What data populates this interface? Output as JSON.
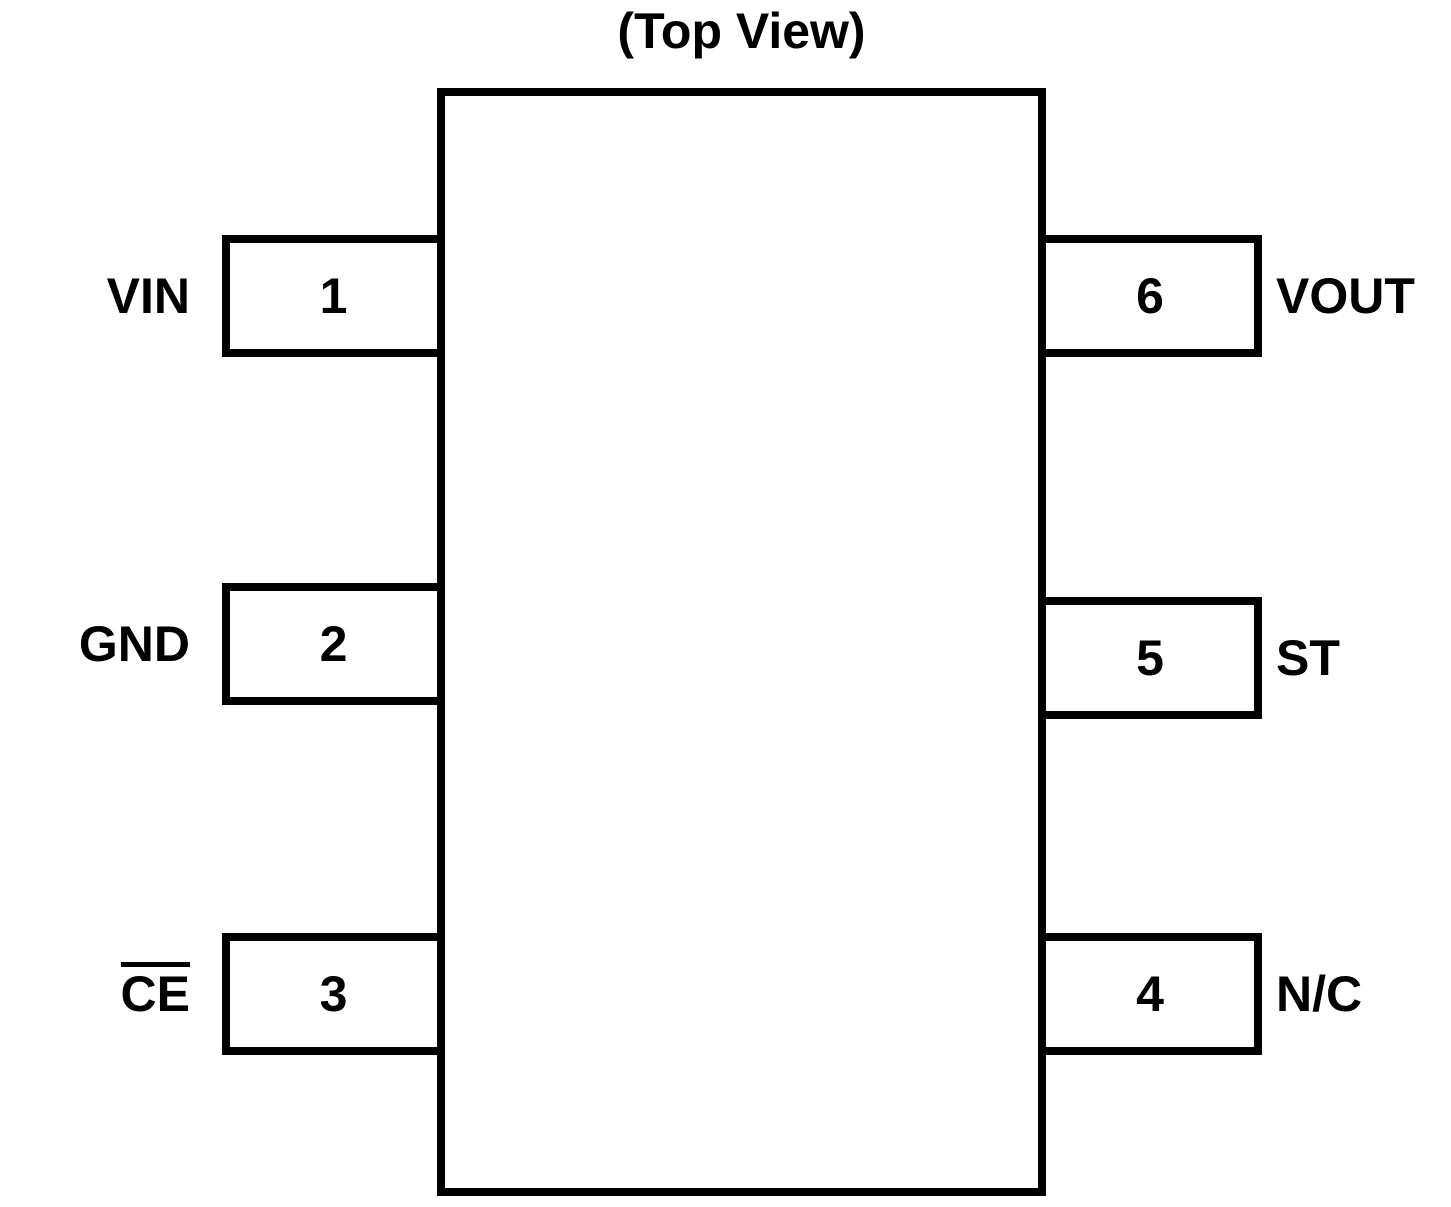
{
  "title": "(Top View)",
  "pins": {
    "left": [
      {
        "number": "1",
        "name": "VIN",
        "overline": false
      },
      {
        "number": "2",
        "name": "GND",
        "overline": false
      },
      {
        "number": "3",
        "name": "CE",
        "overline": true
      }
    ],
    "right": [
      {
        "number": "6",
        "name": "VOUT",
        "overline": false
      },
      {
        "number": "5",
        "name": "ST",
        "overline": false
      },
      {
        "number": "4",
        "name": "N/C",
        "overline": false
      }
    ]
  },
  "colors": {
    "line": "#000000",
    "background": "#ffffff"
  }
}
